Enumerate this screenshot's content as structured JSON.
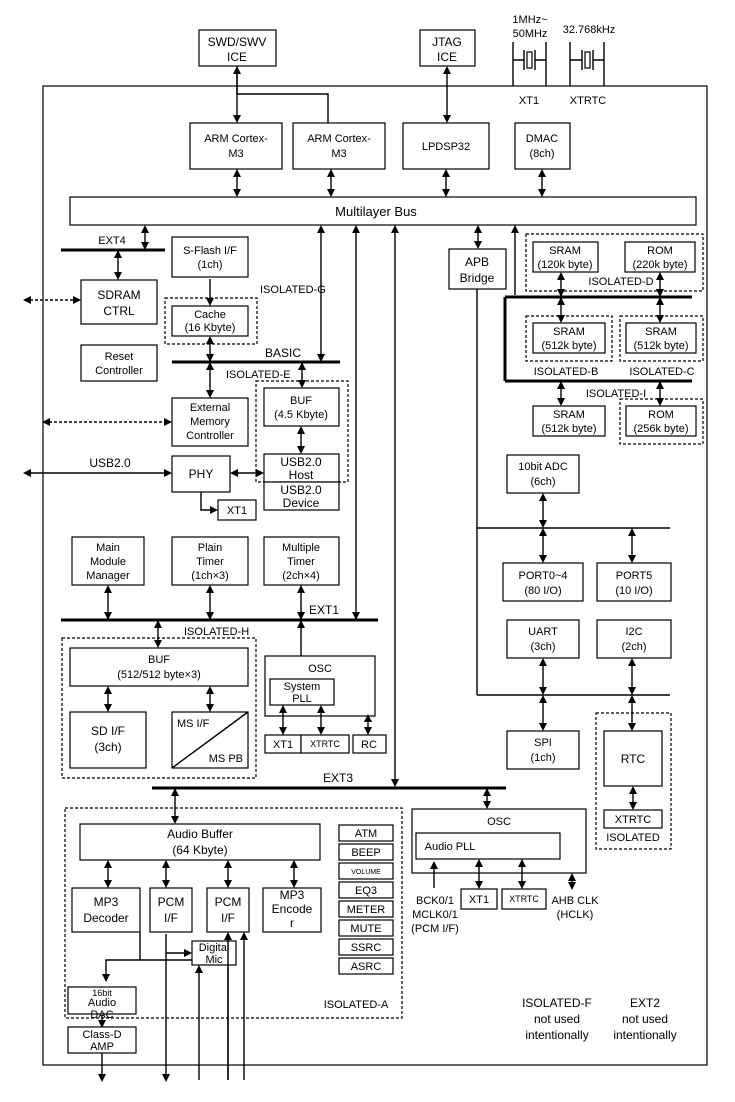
{
  "diagram": {
    "crystals": {
      "freq1": "1MHz~",
      "freq2": "50MHz",
      "freq3": "32.768kHz",
      "xt1": "XT1",
      "xtrtc": "XTRTC"
    },
    "swd_ice": [
      "SWD/SWV",
      "ICE"
    ],
    "jtag_ice": [
      "JTAG",
      "ICE"
    ],
    "cortex1": [
      "ARM Cortex-",
      "M3"
    ],
    "cortex2": [
      "ARM Cortex-",
      "M3"
    ],
    "lpdsp": "LPDSP32",
    "dmac": [
      "DMAC",
      "(8ch)"
    ],
    "multilayer_bus": "Multilayer Bus",
    "ext4": "EXT4",
    "sflash": [
      "S-Flash I/F",
      "(1ch)"
    ],
    "isolated_g": "ISOLATED-G",
    "sdram": [
      "SDRAM",
      "CTRL"
    ],
    "cache": [
      "Cache",
      "(16 Kbyte)"
    ],
    "reset": [
      "Reset",
      "Controller"
    ],
    "basic": "BASIC",
    "isolated_e": "ISOLATED-E",
    "ext_mem": [
      "External",
      "Memory",
      "Controller"
    ],
    "buf45": [
      "BUF",
      "(4.5 Kbyte)"
    ],
    "usb20": "USB2.0",
    "phy": "PHY",
    "usb_host": [
      "USB2.0",
      "Host"
    ],
    "usb_device": [
      "USB2.0",
      "Device"
    ],
    "xt1_small": "XT1",
    "apb_bridge": [
      "APB",
      "Bridge"
    ],
    "sram120": [
      "SRAM",
      "(120k byte)"
    ],
    "rom220": [
      "ROM",
      "(220k byte)"
    ],
    "isolated_d": "ISOLATED-D",
    "sram512b": [
      "SRAM",
      "(512k byte)"
    ],
    "sram512c": [
      "SRAM",
      "(512k byte)"
    ],
    "isolated_b": "ISOLATED-B",
    "isolated_c": "ISOLATED-C",
    "isolated_i": "ISOLATED-I",
    "sram512": [
      "SRAM",
      "(512k byte)"
    ],
    "rom256": [
      "ROM",
      "(256k byte)"
    ],
    "adc": [
      "10bit ADC",
      "(6ch)"
    ],
    "main_module": [
      "Main",
      "Module",
      "Manager"
    ],
    "plain_timer": [
      "Plain",
      "Timer",
      "(1ch×3)"
    ],
    "multi_timer": [
      "Multiple",
      "Timer",
      "(2ch×4)"
    ],
    "ext1": "EXT1",
    "port04": [
      "PORT0~4",
      "(80 I/O)"
    ],
    "port5": [
      "PORT5",
      "(10 I/O)"
    ],
    "isolated_h": "ISOLATED-H",
    "uart": [
      "UART",
      "(3ch)"
    ],
    "i2c": [
      "I2C",
      "(2ch)"
    ],
    "buf512": [
      "BUF",
      "(512/512 byte×3)"
    ],
    "osc1": "OSC",
    "system_pll": [
      "System",
      "PLL"
    ],
    "sdif": [
      "SD I/F",
      "(3ch)"
    ],
    "msif": "MS I/F",
    "mspb": "MS PB",
    "osc1_xt1": "XT1",
    "osc1_xtrtc": "XTRTC",
    "osc1_rc": "RC",
    "spi": [
      "SPI",
      "(1ch)"
    ],
    "rtc": "RTC",
    "rtc_xtrtc": "XTRTC",
    "isolated": "ISOLATED",
    "ext3": "EXT3",
    "audio_buffer": [
      "Audio Buffer",
      "(64 Kbyte)"
    ],
    "audio_funcs": [
      "ATM",
      "BEEP",
      "VOLUME",
      "EQ3",
      "METER",
      "MUTE",
      "SSRC",
      "ASRC"
    ],
    "osc2": "OSC",
    "audio_pll": "Audio PLL",
    "mp3dec": [
      "MP3",
      "Decoder"
    ],
    "pcm1": [
      "PCM",
      "I/F"
    ],
    "pcm2": [
      "PCM",
      "I/F"
    ],
    "mp3enc": [
      "MP3",
      "Encode",
      "r"
    ],
    "osc2_xt1": "XT1",
    "osc2_xtrtc": "XTRTC",
    "bck": [
      "BCK0/1",
      "MCLK0/1",
      "(PCM I/F)"
    ],
    "ahb": [
      "AHB CLK",
      "(HCLK)"
    ],
    "digital_mic": [
      "Digital",
      "Mic"
    ],
    "dac": [
      "16bit",
      "Audio",
      "DAC"
    ],
    "isolated_a": "ISOLATED-A",
    "classd": [
      "Class-D",
      "AMP"
    ],
    "isolated_f": [
      "ISOLATED-F",
      "not used",
      "intentionally"
    ],
    "ext2": [
      "EXT2",
      "not used",
      "intentionally"
    ]
  }
}
